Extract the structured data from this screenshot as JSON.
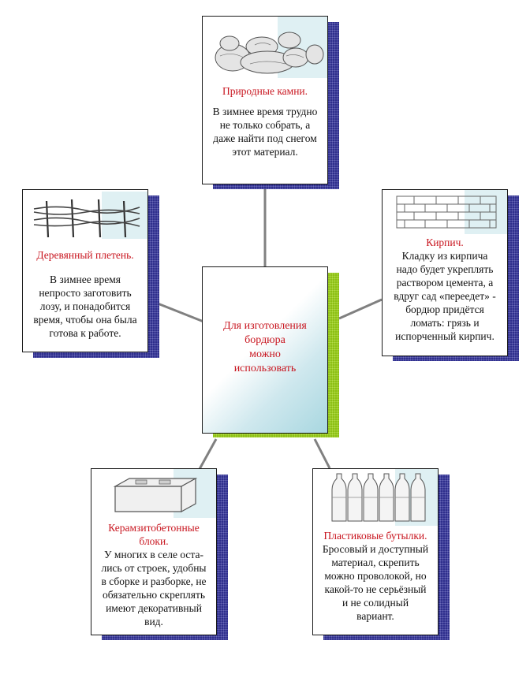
{
  "center": {
    "lines": [
      "Для изготовления",
      "бордюра",
      "можно",
      "использовать"
    ]
  },
  "cards": {
    "stones": {
      "title": "Природные камни.",
      "lines": [
        "В зимнее время трудно",
        "не только собрать, а",
        "даже найти под снегом",
        "этот материал."
      ]
    },
    "wattle": {
      "title": "Деревянный плетень.",
      "lines": [
        "В зимнее время",
        "непросто заготовить",
        "лозу, и понадобится",
        "время, чтобы она была",
        "готова к работе."
      ]
    },
    "brick": {
      "title": "Кирпич.",
      "lines": [
        "Кладку из кирпича",
        "надо будет укреплять",
        "раствором цемента, а",
        "вдруг сад «переедет» -",
        "бордюр придётся",
        "ломать: грязь и",
        "испорченный кирпич."
      ]
    },
    "blocks": {
      "title": [
        "Керамзитобетонные",
        "блоки."
      ],
      "lines": [
        "У многих в селе оста-",
        "лись от строек, удобны",
        "в сборке и разборке, не",
        "обязательно скреплять",
        "имеют декоративный",
        "вид."
      ]
    },
    "bottles": {
      "title": "Пластиковые бутылки.",
      "lines": [
        "Бросовый и доступный",
        "материал, скрепить",
        "можно проволокой, но",
        "какой-то не серьёзный",
        "и не солидный",
        "вариант."
      ]
    }
  },
  "colors": {
    "title_red": "#c8141e",
    "shadow_navy": "#2e2e8c",
    "shadow_green": "#8cbf14",
    "connector_gray": "#808080"
  },
  "icons": {
    "stones": "stones-sketch-icon",
    "wattle": "wattle-fence-sketch-icon",
    "brick": "brick-wall-sketch-icon",
    "blocks": "concrete-block-sketch-icon",
    "bottles": "plastic-bottles-sketch-icon"
  }
}
